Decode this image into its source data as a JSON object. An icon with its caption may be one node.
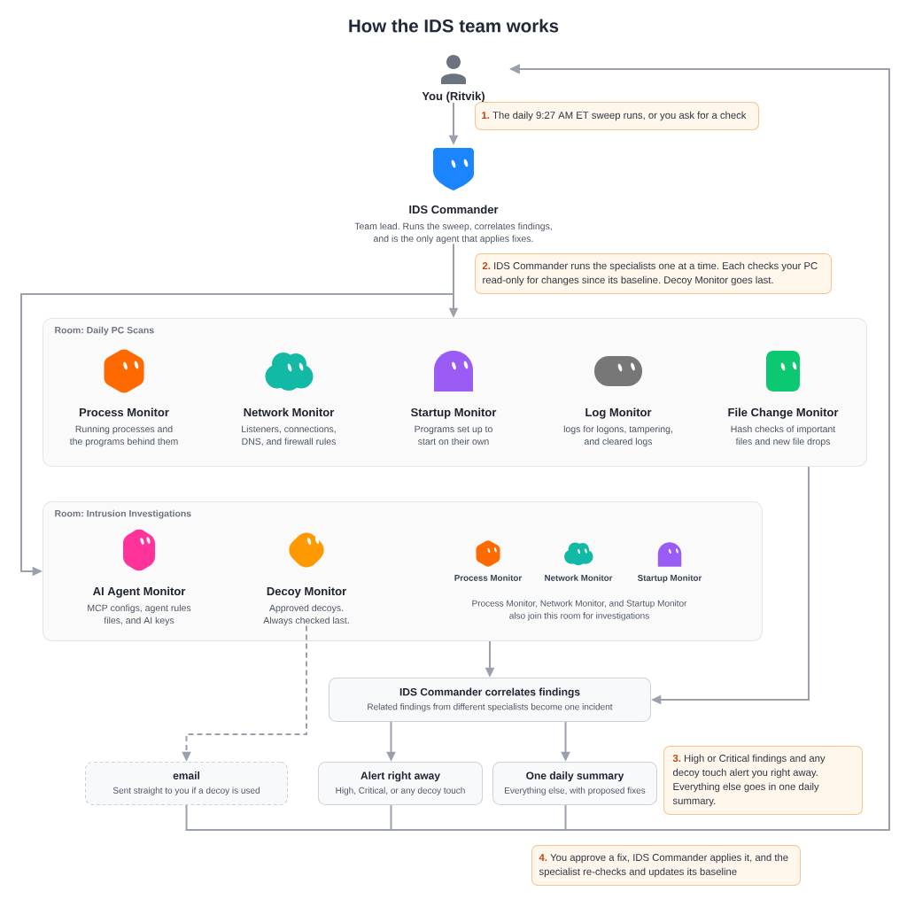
{
  "diagram": {
    "title": "How the IDS team works",
    "nodes": [
      {
        "text": [
          "You (Ritvik)"
        ]
      },
      {
        "text": [
          "1.",
          "The daily 9:27 AM ET sweep runs, or you ask for a check"
        ]
      },
      {
        "text": [
          "IDS Commander",
          "Team lead. Runs the sweep, correlates findings, and is the only agent that applies fixes."
        ]
      },
      {
        "text": [
          "2.",
          "IDS Commander runs the specialists one at a time. Each checks your PC read-only for changes since its baseline. Decoy Monitor goes last."
        ]
      },
      {
        "text": [
          "Room: Daily PC Scans"
        ]
      },
      {
        "text": [
          "Process Monitor",
          "Running processes and the programs behind them"
        ],
        "in": 4
      },
      {
        "text": [
          "Network Monitor",
          "Listeners, connections, DNS, and firewall rules"
        ],
        "in": 4
      },
      {
        "text": [
          "Startup Monitor",
          "Programs set up to start on their own"
        ],
        "in": 4
      },
      {
        "text": [
          "Log Monitor",
          "logs for logons, tampering, and cleared logs"
        ],
        "in": 4
      },
      {
        "text": [
          "File Change Monitor",
          "Hash checks of important files and new file drops"
        ],
        "in": 4
      },
      {
        "text": [
          "Room: Intrusion Investigations"
        ]
      },
      {
        "text": [
          "AI Agent Monitor",
          "MCP configs, agent rules files, and AI keys"
        ],
        "in": 10
      },
      {
        "text": [
          "Decoy Monitor",
          "Approved decoys. Always checked last."
        ],
        "in": 10
      },
      {
        "text": [
          "Process Monitor"
        ],
        "in": 10
      },
      {
        "text": [
          "Network Monitor"
        ],
        "in": 10
      },
      {
        "text": [
          "Startup Monitor"
        ],
        "in": 10
      },
      {
        "text": [
          "IDS Commander correlates findings",
          "Related findings from different specialists become one incident"
        ]
      },
      {
        "text": [
          "email",
          "Sent straight to you if a decoy is used"
        ]
      },
      {
        "text": [
          "Alert right away",
          "High, Critical, or any decoy touch"
        ]
      },
      {
        "text": [
          "One daily summary",
          "Everything else, with proposed fixes"
        ]
      },
      {
        "text": [
          "3.",
          "High or Critical findings and any decoy touch alert you right away. Everything else goes in one daily summary."
        ]
      },
      {
        "text": [
          "4.",
          "You approve a fix, IDS Commander applies it, and the specialist re-checks and updates its baseline"
        ]
      }
    ],
    "edges": [
      {
        "from": 0,
        "to": 2,
        "arrow": "to"
      },
      {
        "from": 2,
        "to": 4,
        "arrow": "to"
      },
      {
        "from": 2,
        "to": 10,
        "arrow": "to"
      },
      {
        "from": 10,
        "to": 16,
        "arrow": "to"
      },
      {
        "from": 4,
        "to": 16,
        "arrow": "to"
      },
      {
        "from": 12,
        "to": 17,
        "arrow": "to",
        "style": "dashed"
      },
      {
        "from": 16,
        "to": 18,
        "arrow": "to"
      },
      {
        "from": 16,
        "to": 19,
        "arrow": "to"
      },
      {
        "from": 17,
        "to": 0,
        "arrow": "to"
      },
      {
        "from": 18,
        "to": 0,
        "arrow": "to"
      },
      {
        "from": 19,
        "to": 0,
        "arrow": "to"
      }
    ],
    "labels": [
      "Process Monitor, Network Monitor, and Startup Monitor also join this room for investigations"
    ]
  }
}
